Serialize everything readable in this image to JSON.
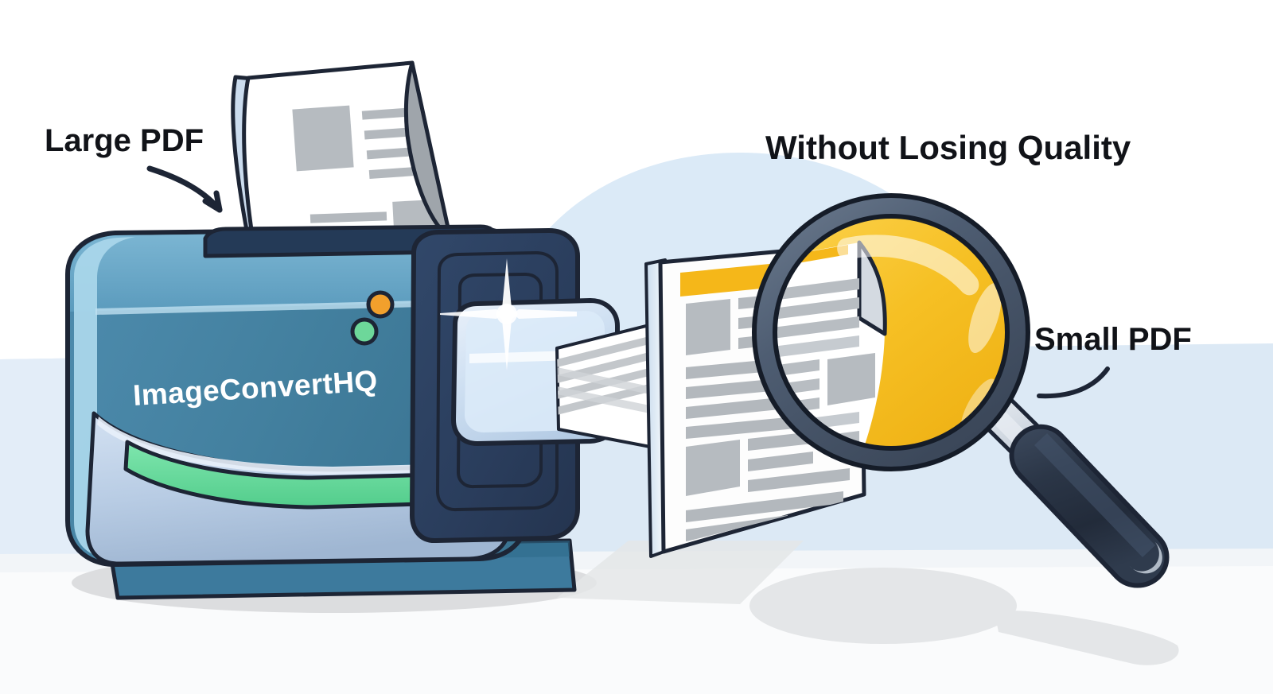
{
  "illustration": {
    "title": "PDF compression illustration",
    "background": {
      "page_color": "#ffffff",
      "dome_color": "#dbeaf7",
      "band_color": "#dce9f5",
      "ground_color": "#f7f9fb"
    }
  },
  "labels": {
    "large_pdf": {
      "text": "Large PDF",
      "color": "#111318",
      "font_size": 40
    },
    "without_losing_quality": {
      "text": "Without Losing Quality",
      "color": "#111318",
      "font_size": 42
    },
    "small_pdf": {
      "text": "Small PDF",
      "color": "#111318",
      "font_size": 40
    }
  },
  "printer": {
    "brand_label": "ImageConvertHQ",
    "brand_color": "#ffffff",
    "body_color_top": "#6aa5c4",
    "body_color_mid": "#4a88ab",
    "body_color_low": "#3d7a9d",
    "panel_dark": "#2b4261",
    "tray_color": "#b8cce4",
    "outline_color": "#1d2535",
    "leds": [
      {
        "name": "status-led-amber",
        "color": "#f2a02c"
      },
      {
        "name": "status-led-green",
        "color": "#6dd79a"
      }
    ],
    "slot_glow_color": "#66dba0",
    "lens_color": "#cfe0f2",
    "sparkle_color": "#ffffff"
  },
  "documents": {
    "input": {
      "name": "large-pdf-document",
      "paper_color": "#ffffff",
      "text_line_color": "#b3b8bd",
      "image_block_color": "#b6bbc0",
      "fold_color": "#9fa5ab"
    },
    "output": {
      "name": "small-pdf-document",
      "paper_color": "#fdfdfd",
      "header_bar_color": "#f5b719",
      "text_line_color": "#b3b8bd",
      "image_block_color": "#b6bbc0"
    }
  },
  "magnifier": {
    "rim_color": "#4e5d72",
    "rim_outline": "#151c28",
    "lens_fill_color": "#f6c024",
    "lens_highlight_color": "#ffffff",
    "neck_color": "#b8c1cb",
    "handle_color": "#2b3647",
    "shadow_color": "#e2e4e6"
  }
}
